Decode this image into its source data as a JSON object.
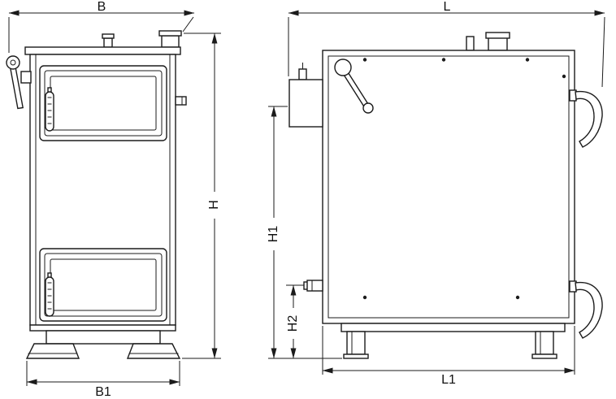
{
  "drawing": {
    "colors": {
      "background": "#ffffff",
      "line": "#1b1b1b"
    },
    "dims": {
      "B": "B",
      "H": "H",
      "B1": "B1",
      "L": "L",
      "H1": "H1",
      "H2": "H2",
      "L1": "L1"
    }
  }
}
